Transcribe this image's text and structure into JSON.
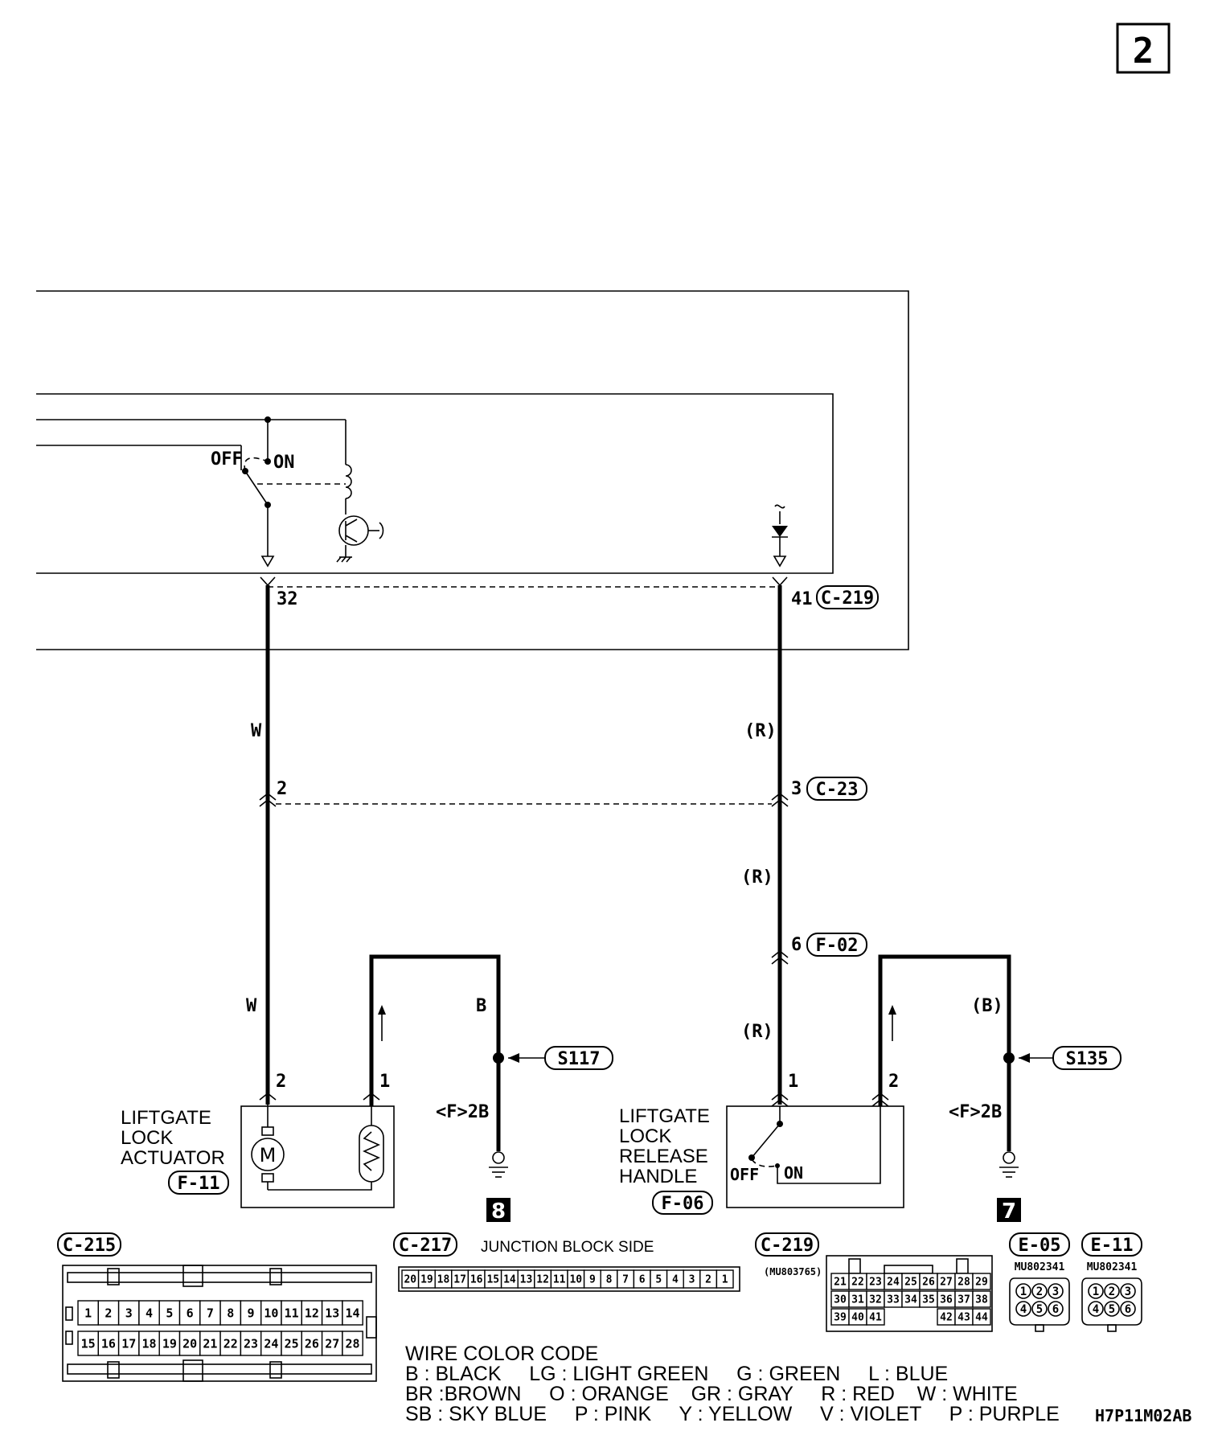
{
  "page_number": "2",
  "diagram_code": "H7P11M02AB",
  "switch": {
    "off": "OFF",
    "on": "ON"
  },
  "connectors": {
    "c219_pin1": "32",
    "c219_pin2": "41",
    "c219": "C-219",
    "c23_pin1": "2",
    "c23_pin2": "3",
    "c23": "C-23",
    "f02_pin": "6",
    "f02": "F-02"
  },
  "wires": {
    "w1": "W",
    "w2": "W",
    "r1": "(R)",
    "r2": "(R)",
    "r3": "(R)",
    "b1": "B",
    "b2": "(B)"
  },
  "actuator": {
    "name_line1": "LIFTGATE",
    "name_line2": "LOCK",
    "name_line3": "ACTUATOR",
    "connector": "F-11",
    "pin_a": "2",
    "pin_b": "1"
  },
  "handle": {
    "name_line1": "LIFTGATE",
    "name_line2": "LOCK",
    "name_line3": "RELEASE",
    "name_line4": "HANDLE",
    "connector": "F-06",
    "pin_a": "1",
    "pin_b": "2",
    "off": "OFF",
    "on": "ON"
  },
  "ground1": {
    "splice": "S117",
    "location": "<F>2B",
    "number": "8"
  },
  "ground2": {
    "splice": "S135",
    "location": "<F>2B",
    "number": "7"
  },
  "connector_views": {
    "c215_label": "C-215",
    "c215_row1": [
      "1",
      "2",
      "3",
      "4",
      "5",
      "6",
      "7",
      "8",
      "9",
      "10",
      "11",
      "12",
      "13",
      "14"
    ],
    "c215_row2": [
      "15",
      "16",
      "17",
      "18",
      "19",
      "20",
      "21",
      "22",
      "23",
      "24",
      "25",
      "26",
      "27",
      "28"
    ],
    "c217_label": "C-217",
    "c217_note": "JUNCTION BLOCK SIDE",
    "c217_pins": [
      "20",
      "19",
      "18",
      "17",
      "16",
      "15",
      "14",
      "13",
      "12",
      "11",
      "10",
      "9",
      "8",
      "7",
      "6",
      "5",
      "4",
      "3",
      "2",
      "1"
    ],
    "c219_label": "C-219",
    "c219_part": "(MU803765)",
    "c219_row1": [
      "21",
      "22",
      "23",
      "24",
      "25",
      "26",
      "27",
      "28",
      "29"
    ],
    "c219_row2": [
      "30",
      "31",
      "32",
      "33",
      "34",
      "35",
      "36",
      "37",
      "38"
    ],
    "c219_row3a": [
      "39",
      "40",
      "41"
    ],
    "c219_row3b": [
      "42",
      "43",
      "44"
    ],
    "e05_label": "E-05",
    "e05_part": "MU802341",
    "e11_label": "E-11",
    "e11_part": "MU802341",
    "six_pin": [
      "1",
      "2",
      "3",
      "4",
      "5",
      "6"
    ]
  },
  "wire_color_code": {
    "title": "WIRE COLOR CODE",
    "line1": "B : BLACK     LG : LIGHT GREEN     G : GREEN     L : BLUE",
    "line2": "BR :BROWN     O : ORANGE    GR : GRAY     R : RED    W : WHITE",
    "line3": "SB : SKY BLUE     P : PINK     Y : YELLOW     V : VIOLET     P : PURPLE"
  }
}
